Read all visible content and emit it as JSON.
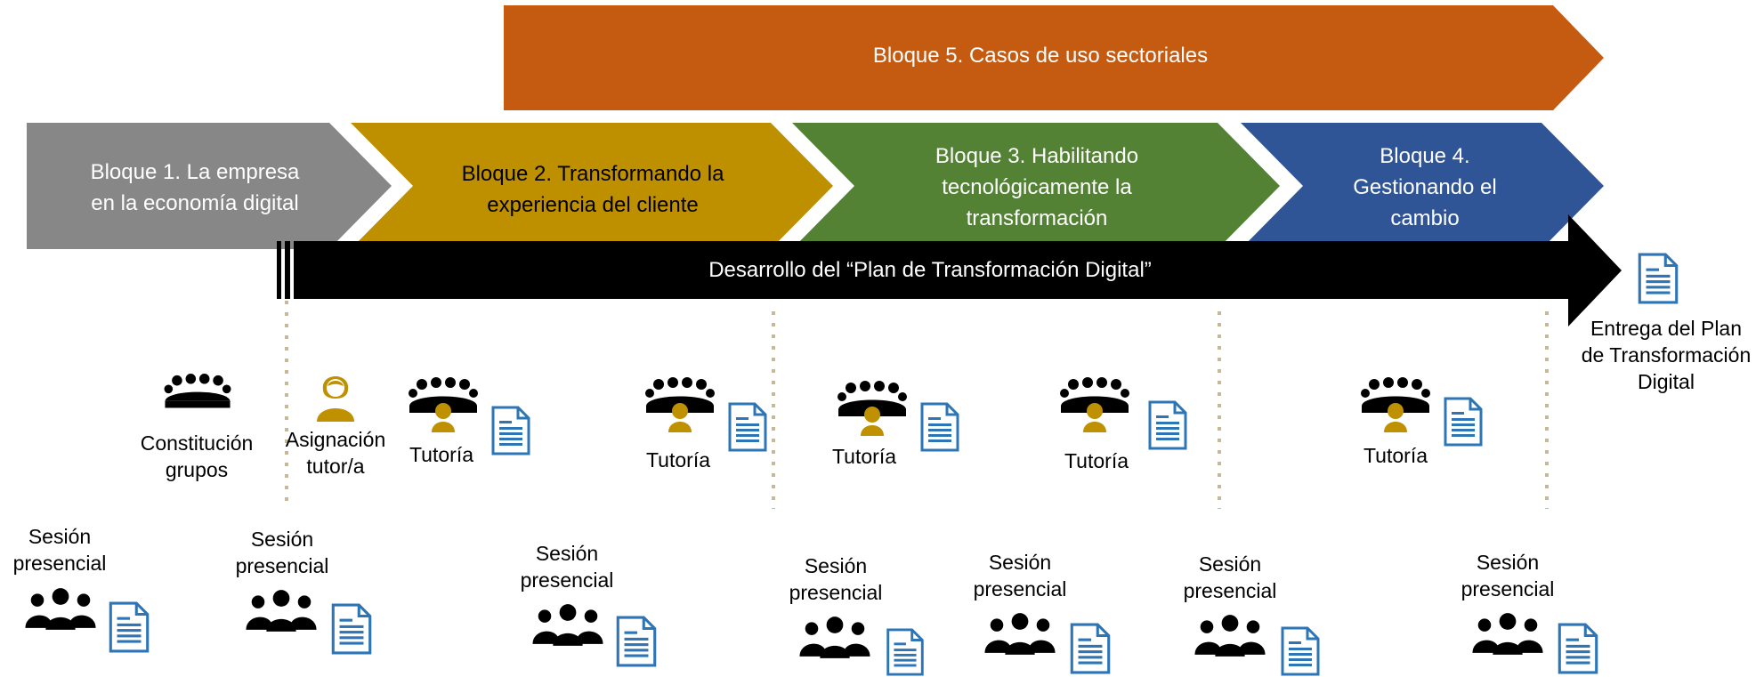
{
  "colors": {
    "block1": "#878787",
    "block2": "#be9000",
    "block3": "#548235",
    "block4": "#2f5597",
    "block5": "#c55a11",
    "timeline": "#000000",
    "doc_icon": "#2e75b6",
    "tutor_gold": "#bf9000",
    "dotted_line": "#c8b89a"
  },
  "blocks": [
    {
      "id": "b1",
      "label": "Bloque 1. La empresa\nen la economía digital"
    },
    {
      "id": "b2",
      "label": "Bloque 2. Transformando la\nexperiencia del cliente"
    },
    {
      "id": "b3",
      "label": "Bloque 3. Habilitando\ntecnológicamente la\ntransformación"
    },
    {
      "id": "b4",
      "label": "Bloque 4.\nGestionando el\ncambio"
    },
    {
      "id": "b5",
      "label": "Bloque 5. Casos de uso sectoriales"
    }
  ],
  "timeline": {
    "label": "Desarrollo del “Plan de Transformación Digital”"
  },
  "milestones": {
    "constitution": "Constitución\ngrupos",
    "assignment": "Asignación\ntutor/a",
    "delivery": "Entrega del Plan\nde Transformación\nDigital"
  },
  "tutorias": [
    "Tutoría",
    "Tutoría",
    "Tutoría",
    "Tutoría",
    "Tutoría"
  ],
  "sesiones": [
    "Sesión\npresencial",
    "Sesión\npresencial",
    "Sesión\npresencial",
    "Sesión\npresencial",
    "Sesión\npresencial",
    "Sesión\npresencial",
    "Sesión\npresencial"
  ],
  "icons": {
    "group": "group-of-people-icon",
    "meeting": "meeting-table-icon",
    "tutor_meeting": "tutor-meeting-icon",
    "tutor": "tutor-person-icon",
    "document": "document-icon"
  }
}
